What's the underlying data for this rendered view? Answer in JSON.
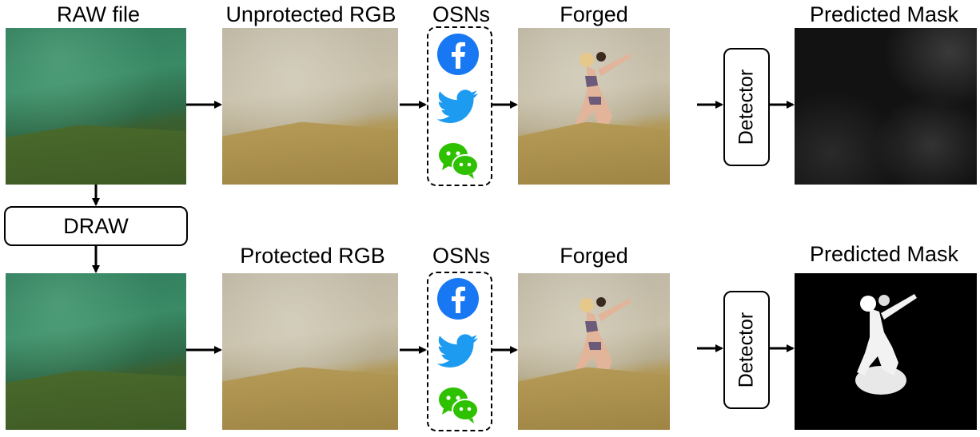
{
  "labels": {
    "raw_file": "RAW file",
    "unprotected_rgb": "Unprotected RGB",
    "osns_top": "OSNs",
    "forged_top": "Forged",
    "predicted_mask_top": "Predicted Mask",
    "protected_rgb": "Protected RGB",
    "osns_bottom": "OSNs",
    "forged_bottom": "Forged",
    "predicted_mask_bottom": "Predicted Mask"
  },
  "boxes": {
    "draw": "DRAW",
    "detector_top": "Detector",
    "detector_bottom": "Detector"
  },
  "icons": {
    "osn_services": [
      "facebook-icon",
      "twitter-icon",
      "wechat-icon"
    ],
    "colors": {
      "facebook": "#1877f2",
      "twitter": "#1d9bf0",
      "wechat": "#2dc100"
    }
  }
}
